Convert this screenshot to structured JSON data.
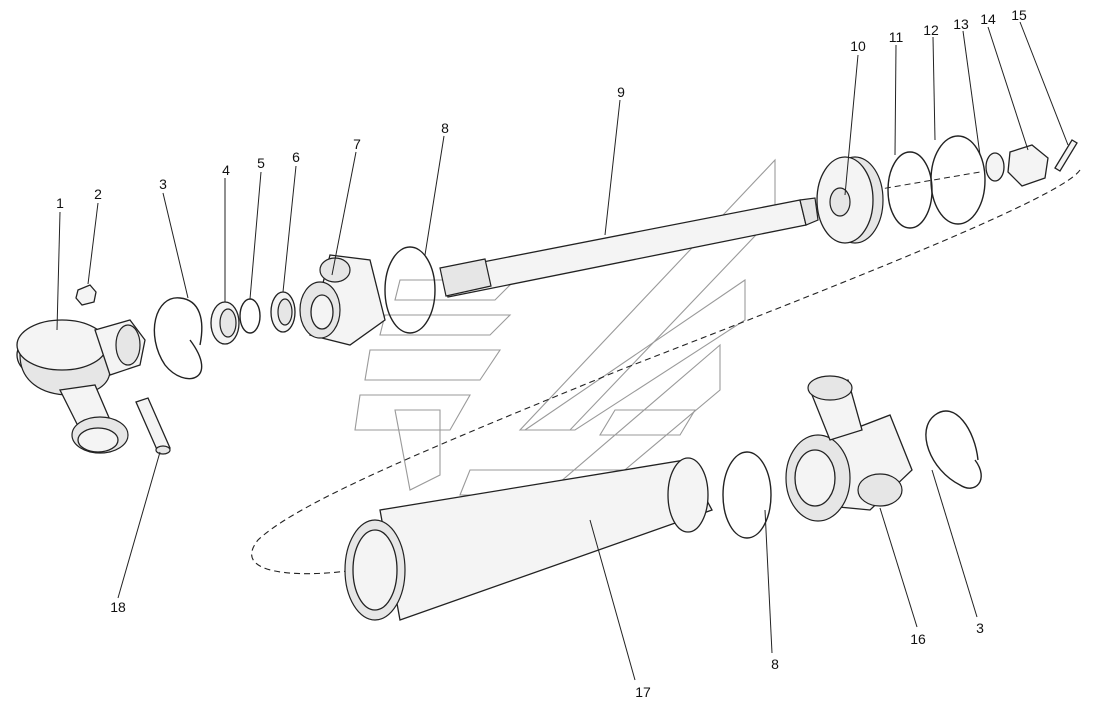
{
  "diagram": {
    "callouts": [
      {
        "id": "c1",
        "text": "1"
      },
      {
        "id": "c2",
        "text": "2"
      },
      {
        "id": "c3a",
        "text": "3"
      },
      {
        "id": "c4",
        "text": "4"
      },
      {
        "id": "c5",
        "text": "5"
      },
      {
        "id": "c6",
        "text": "6"
      },
      {
        "id": "c7",
        "text": "7"
      },
      {
        "id": "c8a",
        "text": "8"
      },
      {
        "id": "c9",
        "text": "9"
      },
      {
        "id": "c10",
        "text": "10"
      },
      {
        "id": "c11",
        "text": "11"
      },
      {
        "id": "c12",
        "text": "12"
      },
      {
        "id": "c13",
        "text": "13"
      },
      {
        "id": "c14",
        "text": "14"
      },
      {
        "id": "c15",
        "text": "15"
      },
      {
        "id": "c18",
        "text": "18"
      },
      {
        "id": "c17",
        "text": "17"
      },
      {
        "id": "c8b",
        "text": "8"
      },
      {
        "id": "c16",
        "text": "16"
      },
      {
        "id": "c3b",
        "text": "3"
      }
    ]
  }
}
